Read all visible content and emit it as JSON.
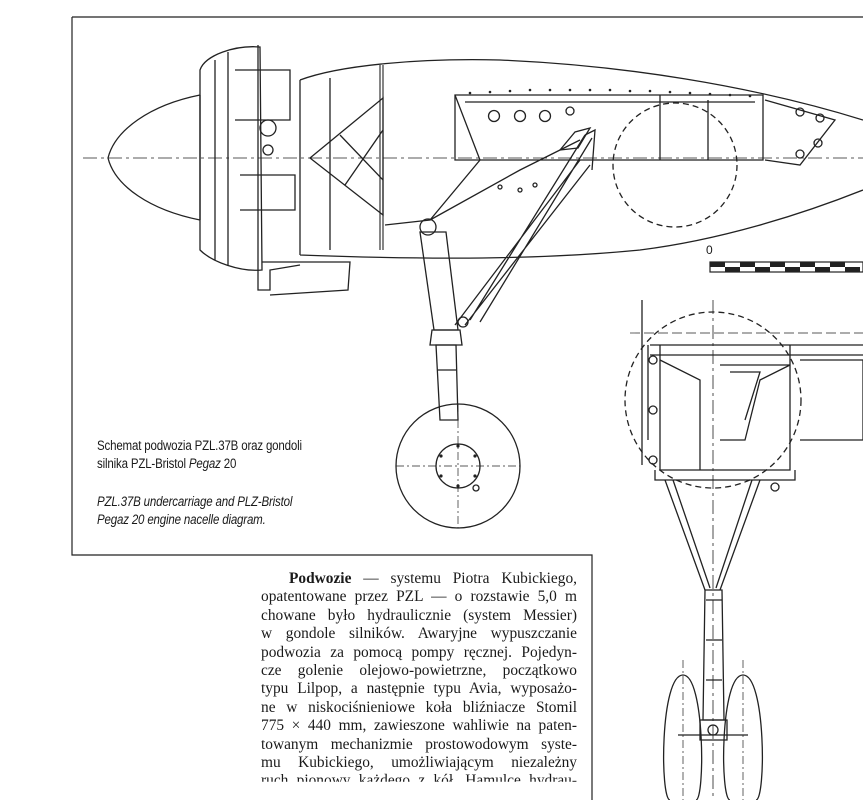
{
  "caption_polish": {
    "line1": "Schemat podwozia PZL.37B oraz gondoli",
    "line2_prefix": "silnika PZL-Bristol ",
    "line2_italic": "Pegaz",
    "line2_suffix": " 20"
  },
  "caption_english": {
    "line1": "PZL.37B undercarriage and PLZ-Bristol",
    "line2": "Pegaz 20 engine nacelle diagram."
  },
  "scale_bar": {
    "zero_label": "0"
  },
  "body_text": {
    "lead": "Podwozie",
    "lines": [
      " — systemu Piotra Kubickiego,",
      "opatentowane przez PZL — o rozstawie 5,0 m",
      "chowane było hydraulicznie (system Messier)",
      "w gondole silników. Awaryjne wypuszczanie",
      "podwozia za pomocą pompy ręcznej. Pojedyn-",
      "cze golenie olejowo-powietrzne, początkowo",
      "typu Lilpop, a następnie typu Avia, wyposażo-",
      "ne w niskociśnieniowe koła bliźniacze Stomil",
      "775 × 440 mm, zawieszone wahliwie na paten-",
      "towanym mechanizmie prostowodowym syste-",
      "mu Kubickiego, umożliwiającym niezależny",
      "ruch pionowy każdego z kół. Hamulce hydrau-"
    ]
  }
}
